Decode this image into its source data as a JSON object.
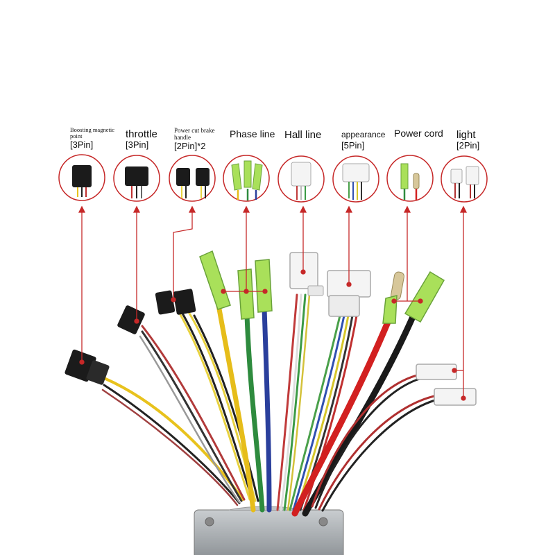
{
  "connectors": [
    {
      "id": "boost",
      "title": "Boosting magnetic point",
      "pins": "[3Pin]"
    },
    {
      "id": "throttle",
      "title": "throttle",
      "pins": "[3Pin]"
    },
    {
      "id": "brake",
      "title": "Power cut brake handle",
      "pins": "[2Pin]*2"
    },
    {
      "id": "phase",
      "title": "Phase line",
      "pins": ""
    },
    {
      "id": "hall",
      "title": "Hall line",
      "pins": ""
    },
    {
      "id": "appearance",
      "title": "appearance",
      "pins": "[5Pin]"
    },
    {
      "id": "power",
      "title": "Power cord",
      "pins": ""
    },
    {
      "id": "light",
      "title": "light",
      "pins": "[2Pin]"
    }
  ],
  "colors": {
    "callout": "#c62828",
    "yellow": "#e8c21d",
    "green": "#2e8b3e",
    "blue": "#2a3f9c",
    "red": "#d22020",
    "black": "#1a1a1a",
    "lime_sleeve": "#a9e05a",
    "white_plug": "#f2f2f2",
    "controller": "#9da2a6"
  }
}
